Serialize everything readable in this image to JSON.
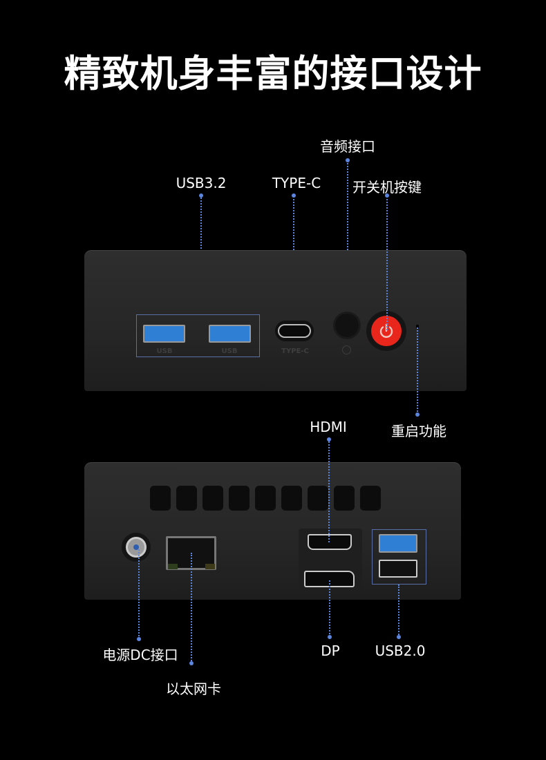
{
  "title": "精致机身丰富的接口设计",
  "front": {
    "labels": {
      "audio": "音频接口",
      "usb32": "USB3.2",
      "typec": "TYPE-C",
      "power": "开关机按键",
      "reset": "重启功能"
    },
    "port_text": {
      "usb": "USB",
      "typec": "TYPE-C"
    }
  },
  "back": {
    "labels": {
      "hdmi": "HDMI",
      "dc": "电源DC接口",
      "lan": "以太网卡",
      "dp": "DP",
      "usb20": "USB2.0"
    }
  },
  "colors": {
    "callout": "#5b86e0",
    "power_button": "#e8261c",
    "usb3": "#2f7fd4",
    "background": "#000000"
  }
}
